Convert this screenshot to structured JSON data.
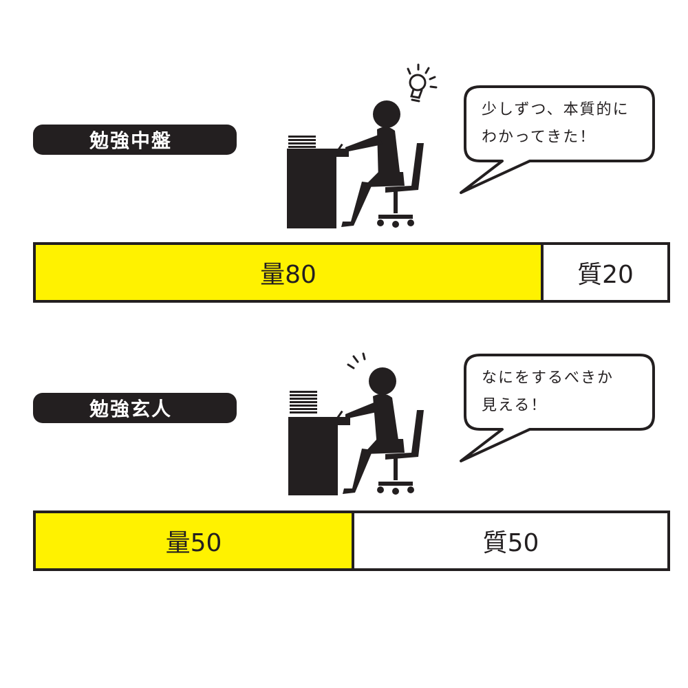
{
  "panels": [
    {
      "stage_label": "勉強中盤",
      "speech": [
        "少しずつ、本質的に",
        "わかってきた！"
      ],
      "figure_icon": "lightbulb-icon",
      "bar": {
        "quantity_label": "量80",
        "quality_label": "質20",
        "quantity_fraction": 0.8,
        "quality_fraction": 0.2
      }
    },
    {
      "stage_label": "勉強玄人",
      "speech": [
        "なにをするべきか",
        "見える！"
      ],
      "figure_icon": "sparkle-lines-icon",
      "bar": {
        "quantity_label": "量50",
        "quality_label": "質50",
        "quantity_fraction": 0.5,
        "quality_fraction": 0.5
      }
    }
  ],
  "colors": {
    "quantity": "#fff200",
    "quality": "#ffffff",
    "ink": "#231f20"
  }
}
